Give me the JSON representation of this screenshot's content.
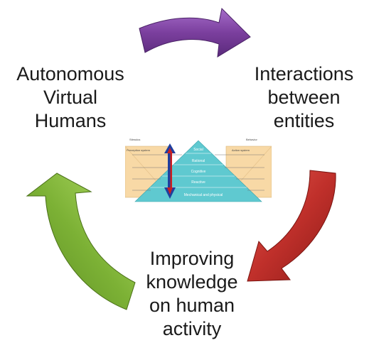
{
  "nodes": {
    "top_left": {
      "lines": [
        "Autonomous",
        "Virtual",
        "Humans"
      ]
    },
    "top_right": {
      "lines": [
        "Interactions",
        "between",
        "entities"
      ]
    },
    "bottom": {
      "lines": [
        "Improving",
        "knowledge",
        "on human",
        "activity"
      ]
    }
  },
  "pyramid": {
    "left_box": "Perception system",
    "right_box": "Action system",
    "left_top_note": "Stimulus",
    "right_top_note": "Behavior",
    "levels": [
      "Social",
      "Rational",
      "Cognitive",
      "Reactive",
      "Mechanical and physical"
    ]
  },
  "colors": {
    "arrow_top": "#7b3f9e",
    "arrow_right": "#c0302b",
    "arrow_left": "#7cb135",
    "pyramid_fill": "#5fc9d0",
    "side_box_fill": "#f8d9a6",
    "center_arrow_red": "#cc1f1f",
    "center_arrow_blue": "#1f3f9e"
  }
}
